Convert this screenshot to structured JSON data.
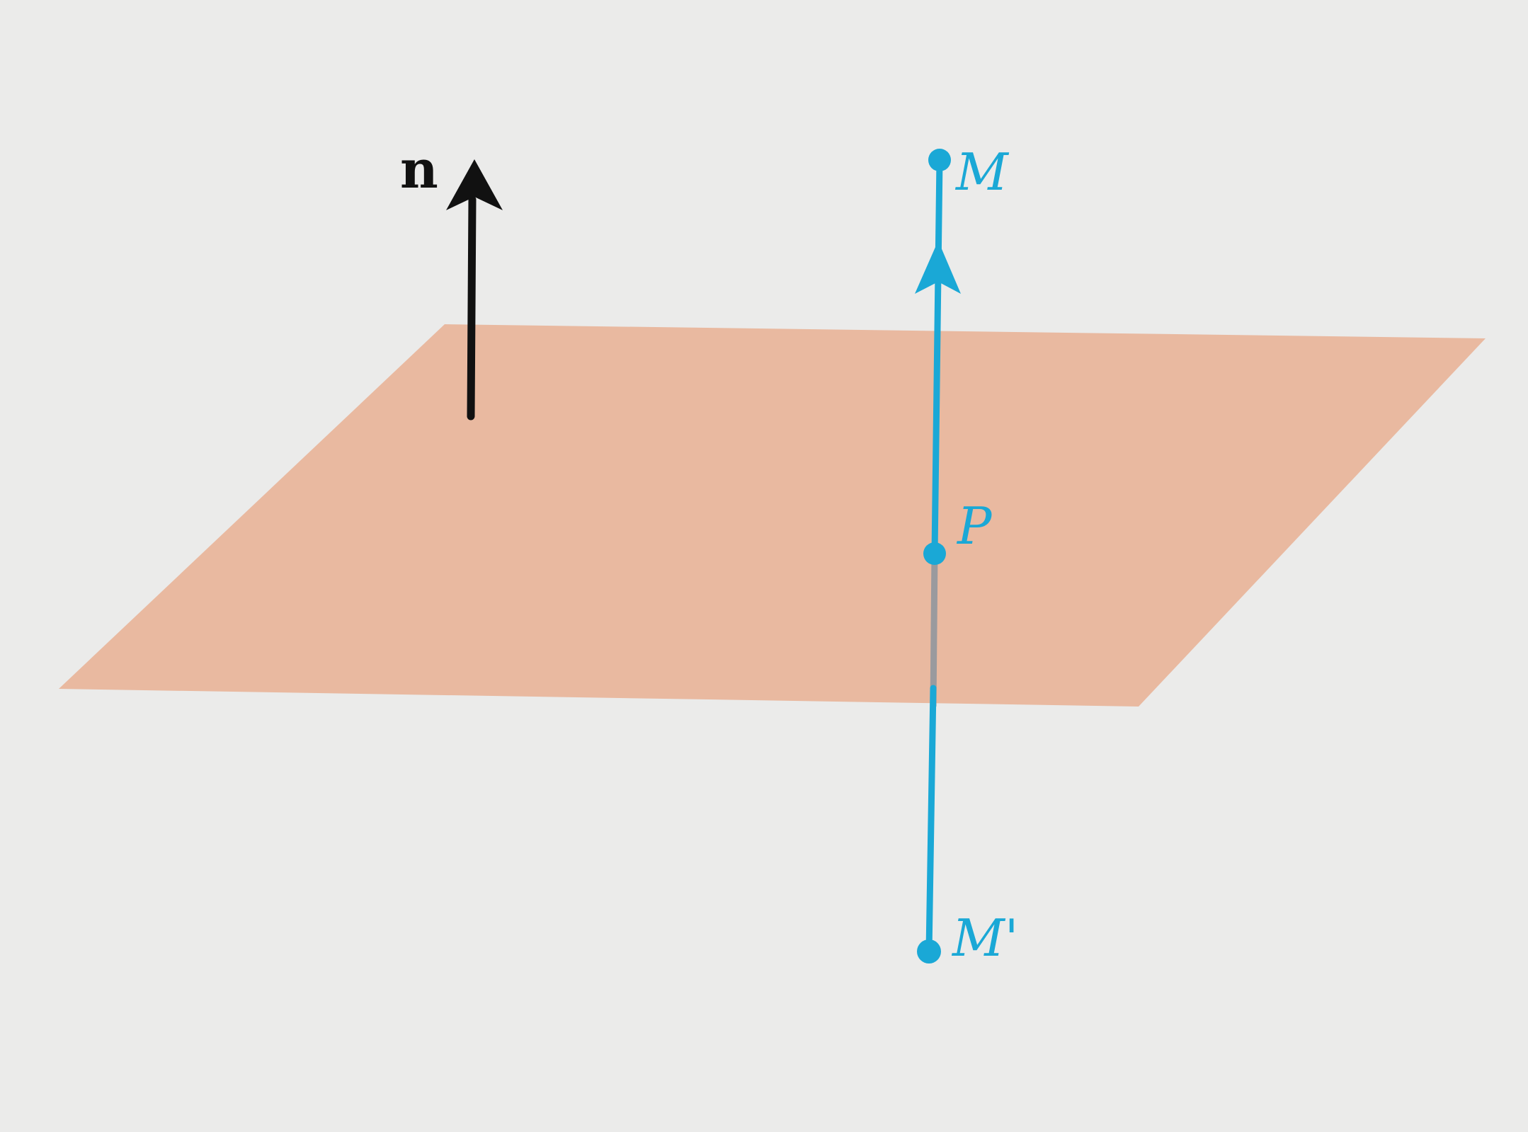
{
  "diagram": {
    "normal_vector": {
      "label": "n"
    },
    "points": {
      "M": "M",
      "P": "P",
      "M_prime": "M'"
    },
    "colors": {
      "background": "#ebebea",
      "plane": "#e9b9a0",
      "line": "#1aa8d6",
      "hidden_line": "#9a9a9e",
      "normal_arrow": "#111111"
    }
  }
}
